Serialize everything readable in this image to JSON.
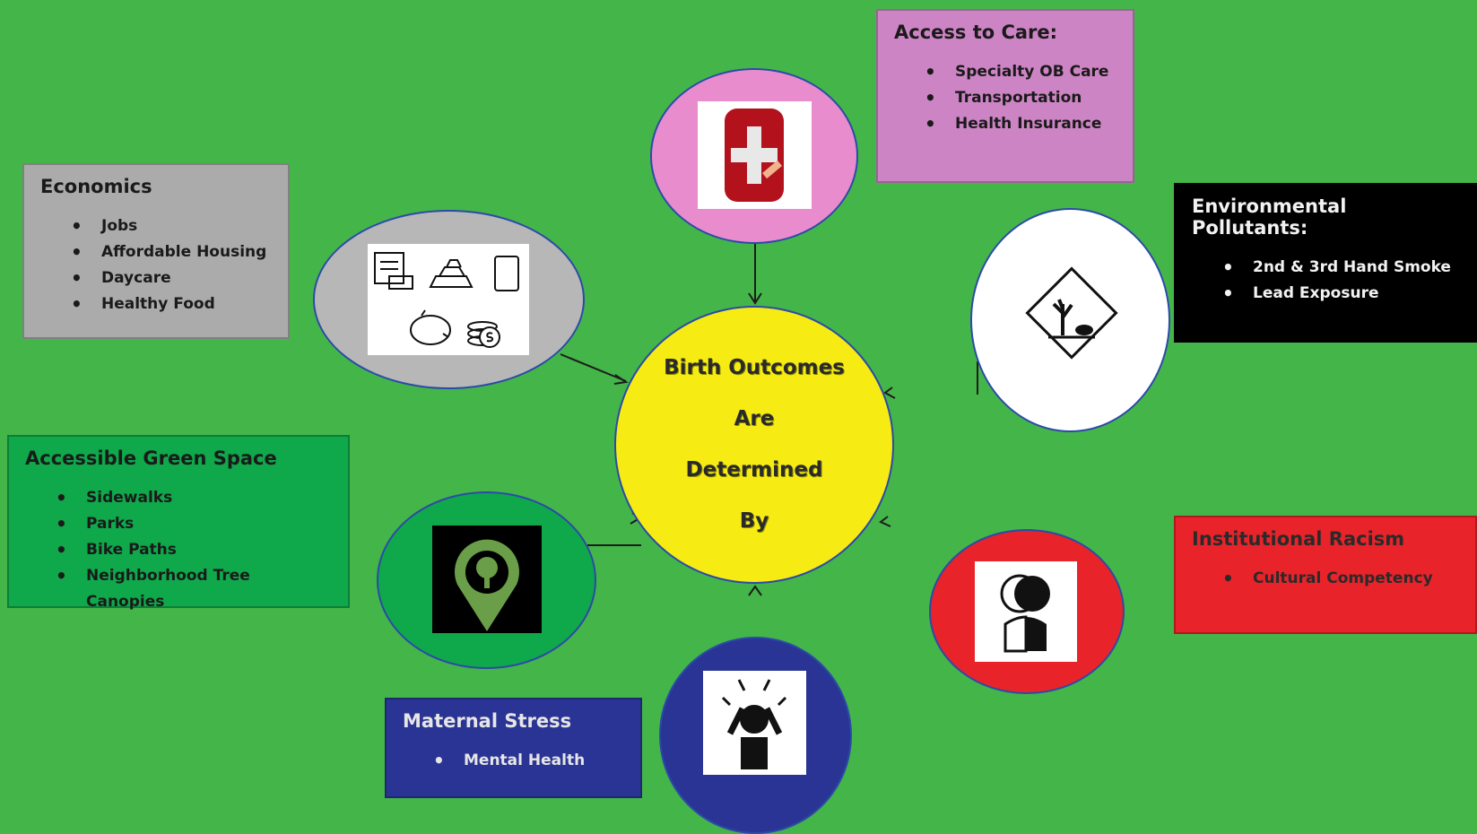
{
  "center": {
    "lines": [
      "Birth Outcomes",
      "Are",
      "Determined",
      "By"
    ]
  },
  "access": {
    "title": "Access to Care:",
    "items": [
      "Specialty OB Care",
      "Transportation",
      "Health Insurance"
    ]
  },
  "economics": {
    "title": "Economics",
    "items": [
      "Jobs",
      "Affordable Housing",
      "Daycare",
      "Healthy Food"
    ]
  },
  "environment": {
    "title": "Environmental Pollutants:",
    "items": [
      "2nd & 3rd Hand Smoke",
      "Lead Exposure"
    ]
  },
  "green": {
    "title": "Accessible Green Space",
    "items": [
      "Sidewalks",
      "Parks",
      "Bike Paths",
      "Neighborhood Tree Canopies"
    ]
  },
  "racism": {
    "title": "Institutional Racism",
    "items": [
      "Cultural Competency"
    ]
  },
  "stress": {
    "title": "Maternal Stress",
    "items": [
      "Mental Health"
    ]
  },
  "colors": {
    "background": "#44b549",
    "center": "#f6ec14",
    "access": "#cd84c4",
    "economics": "#ababab",
    "environment": "#000000",
    "green": "#0fa84b",
    "racism": "#e8232a",
    "stress": "#2a3494"
  },
  "icons": [
    "first-aid-kit-icon",
    "money-icon",
    "environmental-hazard-icon",
    "tree-location-icon",
    "cultural-heads-icon",
    "stressed-person-icon"
  ]
}
